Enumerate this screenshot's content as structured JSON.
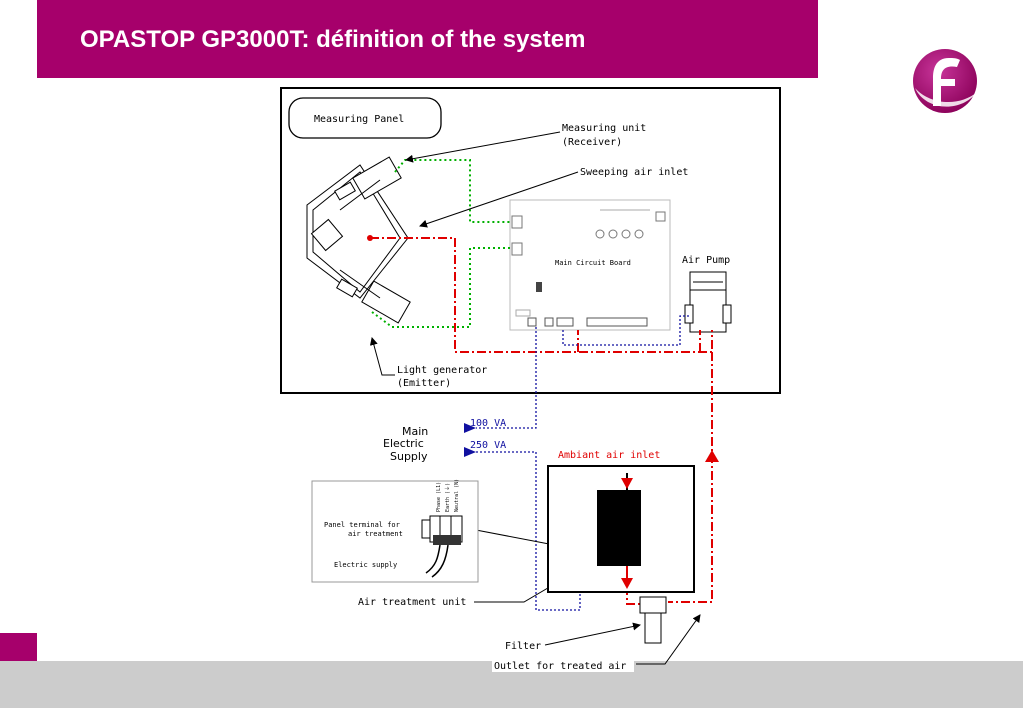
{
  "header": {
    "title": "OPASTOP GP3000T: définition of the system"
  },
  "colors": {
    "brand": "#a6006b",
    "footer": "#cccccc",
    "air_flow": "#e00000",
    "light_path": "#00b000",
    "electric": "#1010a0"
  },
  "diagram": {
    "measuring_panel": "Measuring Panel",
    "measuring_unit_line1": "Measuring unit",
    "measuring_unit_line2": "(Receiver)",
    "sweeping_air_inlet": "Sweeping air inlet",
    "main_circuit_board": "Main Circuit Board",
    "air_pump": "Air Pump",
    "light_generator_line1": "Light generator",
    "light_generator_line2": "(Emitter)",
    "supply_line1": "Main",
    "supply_line2": "Electric",
    "supply_line3": "Supply",
    "va_100": "100 VA",
    "va_250": "250 VA",
    "ambient_air_inlet": "Ambiant air inlet",
    "panel_terminal_line1": "Panel terminal for",
    "panel_terminal_line2": "air treatment",
    "electric_supply": "Electric supply",
    "terminal_phase": "Phase (L1)",
    "terminal_earth": "Earth (⏚)",
    "terminal_neutral": "Neutral (N)",
    "air_treatment_unit": "Air treatment unit",
    "filter": "Filter",
    "outlet": "Outlet for treated air"
  },
  "icons": {
    "logo": "brand-logo-f",
    "supply_arrow": "triangle-right-icon"
  }
}
